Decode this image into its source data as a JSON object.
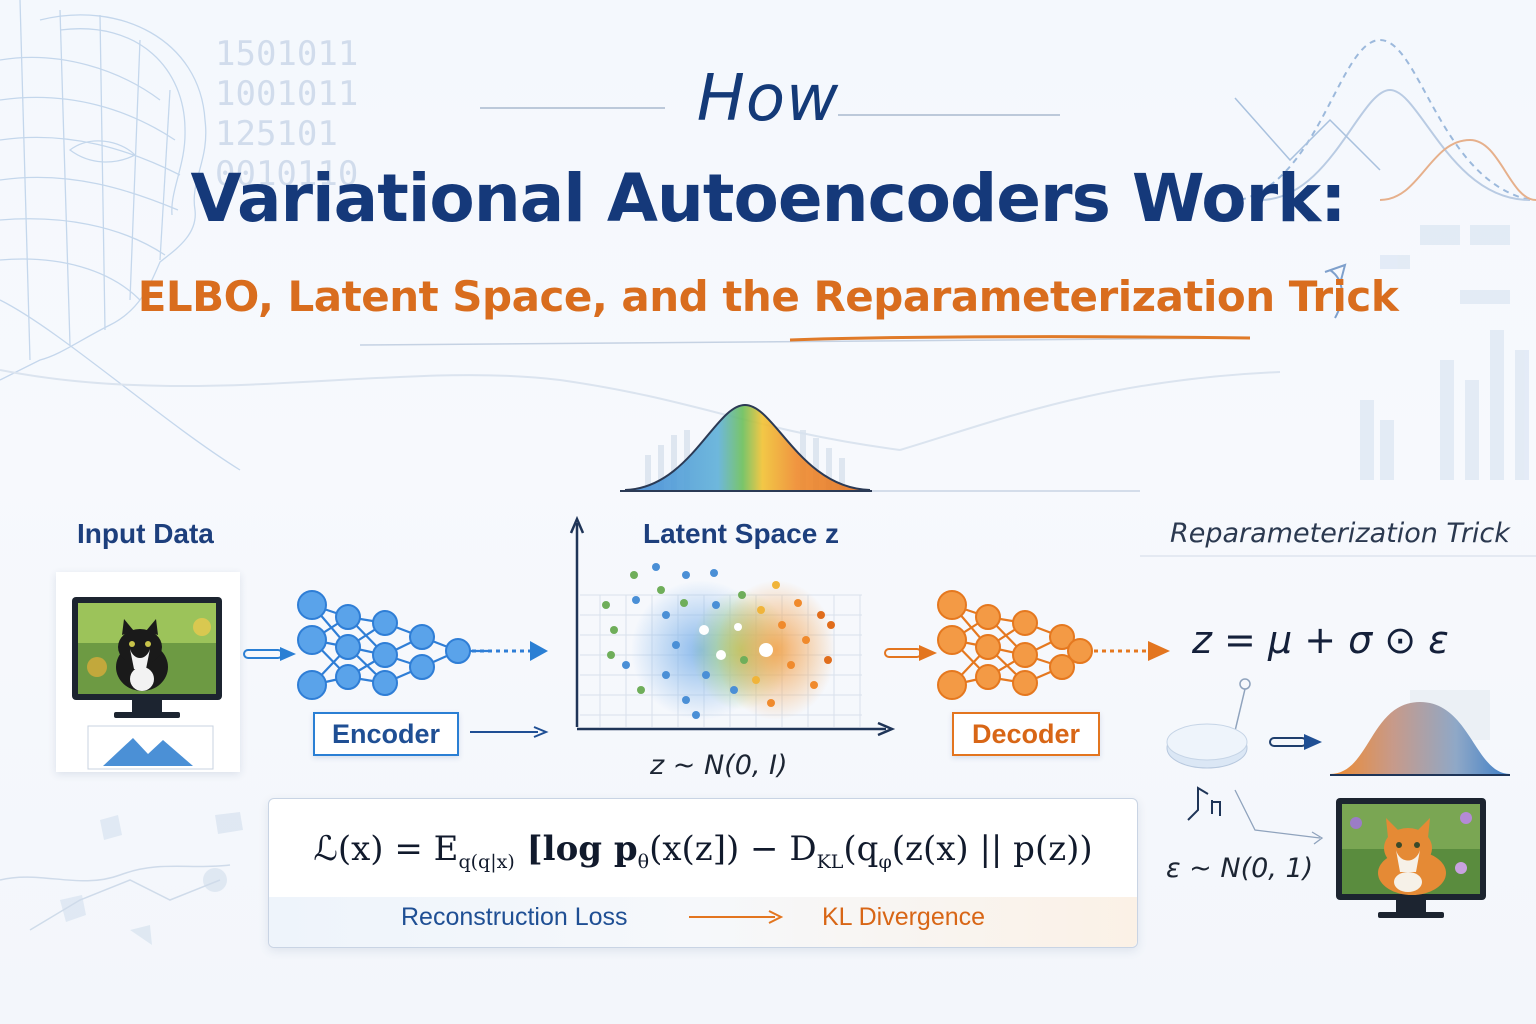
{
  "header": {
    "how": "How",
    "title": "Variational Autoencoders Work:",
    "subtitle": "ELBO, Latent Space, and the Reparameterization Trick"
  },
  "diagram": {
    "input_label": "Input Data",
    "encoder_label": "Encoder",
    "latent_label": "Latent Space z",
    "latent_dist": "z ~ N(0, I)",
    "decoder_label": "Decoder",
    "reparam_heading": "Reparameterization Trick",
    "reparam_equation": "z = μ + σ ⊙ ε",
    "epsilon_dist": "ε ~ N(0, 1)",
    "background_binary": [
      "1501011",
      "1001011",
      "125101",
      "0010110"
    ]
  },
  "elbo": {
    "formula": {
      "lhs": "ℒ(x) = ",
      "expect": "E",
      "expect_sub": "q",
      "expect_sub2": "(q|x)",
      "log_part": " [log p",
      "theta": "θ",
      "rec_arg": "(x(z]) − ",
      "dkl": "D",
      "dkl_sub": "KL",
      "kl_arg": "(q",
      "phi": "φ",
      "kl_rest": "(z(x) || p(z))"
    },
    "reconstruction_label": "Reconstruction Loss",
    "kl_label": "KL Divergence"
  },
  "colors": {
    "navy": "#15397a",
    "orange": "#d96d1e",
    "blue": "#2a7fd4"
  }
}
